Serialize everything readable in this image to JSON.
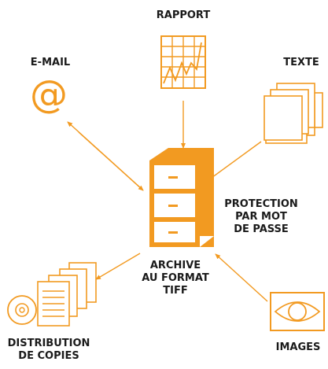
{
  "colors": {
    "accent": "#f29a21",
    "text": "#1a1a1a",
    "background": "#ffffff"
  },
  "nodes": {
    "report": {
      "label": "RAPPORT",
      "icon": "chart-grid-icon"
    },
    "email": {
      "label": "E-MAIL",
      "icon": "at-sign-icon"
    },
    "text": {
      "label": "TEXTE",
      "icon": "stacked-pages-icon"
    },
    "archive": {
      "lines": [
        "ARCHIVE",
        "AU FORMAT",
        "TIFF"
      ],
      "icon": "filing-cabinet-icon"
    },
    "protection": {
      "lines": [
        "PROTECTION",
        "PAR MOT",
        "DE PASSE"
      ]
    },
    "images": {
      "label": "IMAGES",
      "icon": "eye-icon"
    },
    "distribution": {
      "lines": [
        "DISTRIBUTION",
        "DE COPIES"
      ],
      "icon": "documents-and-disc-icon"
    }
  }
}
